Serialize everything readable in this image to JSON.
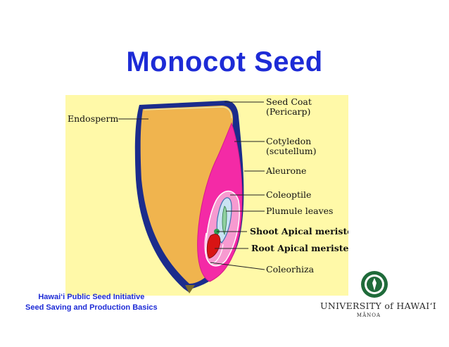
{
  "title": "Monocot Seed",
  "labels": {
    "endosperm": "Endosperm",
    "seed_coat_1": "Seed Coat",
    "seed_coat_2": "(Pericarp)",
    "cotyledon_1": "Cotyledon",
    "cotyledon_2": "(scutellum)",
    "aleurone": "Aleurone",
    "coleoptile": "Coleoptile",
    "plumule": "Plumule leaves",
    "shoot_meristem": "Shoot Apical meristem",
    "root_meristem": "Root Apical meristem",
    "coleorhiza": "Coleorhiza"
  },
  "footer": {
    "line1": "Hawai‘i Public Seed Initiative",
    "line2": "Seed Saving and Production Basics"
  },
  "logo": {
    "name": "UNIVERSITY of HAWAI‘I",
    "sub": "MĀNOA"
  },
  "colors": {
    "title": "#1d2bd6",
    "background_panel": "#fff9a8",
    "endosperm": "#f0b44e",
    "cotyledon": "#f42aa6",
    "seed_coat": "#1b2c8c",
    "meristem": "#d81414"
  }
}
